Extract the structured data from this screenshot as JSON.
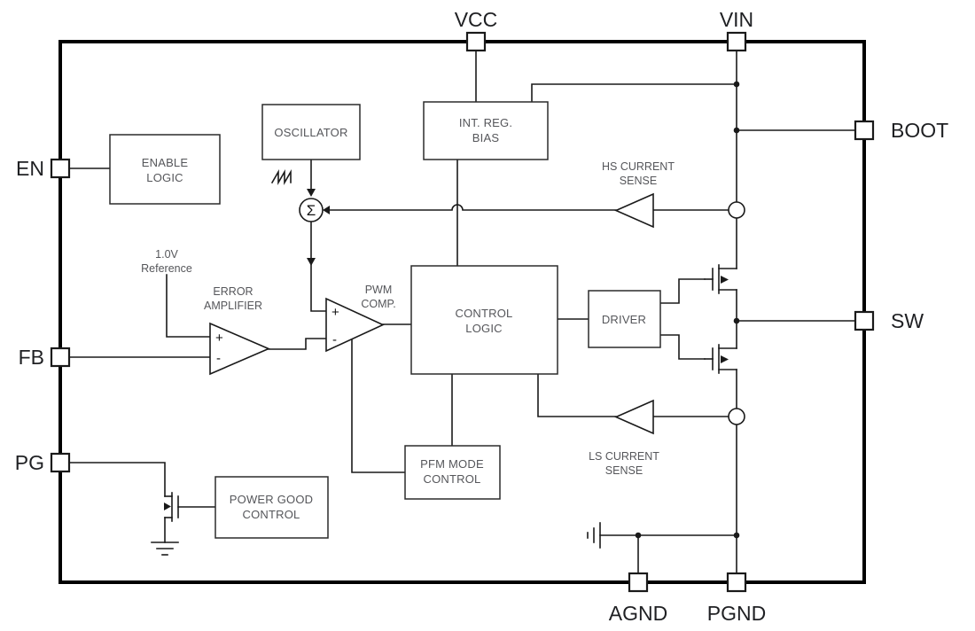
{
  "pins": {
    "vcc": "VCC",
    "vin": "VIN",
    "boot": "BOOT",
    "sw": "SW",
    "en": "EN",
    "fb": "FB",
    "pg": "PG",
    "agnd": "AGND",
    "pgnd": "PGND"
  },
  "blocks": {
    "enable_logic": {
      "line1": "ENABLE",
      "line2": "LOGIC"
    },
    "oscillator": {
      "line1": "OSCILLATOR"
    },
    "int_reg_bias": {
      "line1": "INT. REG.",
      "line2": "BIAS"
    },
    "control_logic": {
      "line1": "CONTROL",
      "line2": "LOGIC"
    },
    "driver": {
      "line1": "DRIVER"
    },
    "pfm_mode_control": {
      "line1": "PFM MODE",
      "line2": "CONTROL"
    },
    "power_good_control": {
      "line1": "POWER GOOD",
      "line2": "CONTROL"
    }
  },
  "annotations": {
    "hs_current_sense": {
      "line1": "HS CURRENT",
      "line2": "SENSE"
    },
    "ls_current_sense": {
      "line1": "LS CURRENT",
      "line2": "SENSE"
    },
    "error_amplifier": {
      "line1": "ERROR",
      "line2": "AMPLIFIER"
    },
    "pwm_comparator": {
      "line1": "PWM",
      "line2": "COMP."
    },
    "reference": {
      "line1": "1.0V",
      "line2": "Reference"
    }
  },
  "symbols": {
    "sigma": "Σ",
    "plus": "+",
    "minus": "-"
  },
  "colors": {
    "wire": "#1a1a1a",
    "block_text": "#55565a",
    "pin_text": "#1f2023",
    "background": "#ffffff"
  }
}
